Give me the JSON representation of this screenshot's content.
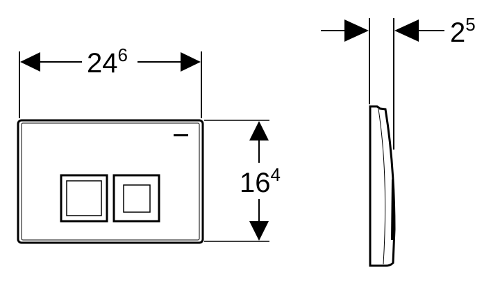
{
  "diagram": {
    "subject": "flush plate front and side view",
    "stroke_color": "#000000",
    "background_color": "#ffffff",
    "front_view": {
      "width_dimension": {
        "main": "24",
        "sup": "6"
      },
      "height_dimension": {
        "main": "16",
        "sup": "4"
      },
      "buttons": [
        {
          "name": "large-flush-button"
        },
        {
          "name": "small-flush-button"
        }
      ],
      "logo": "brand-logo"
    },
    "side_view": {
      "depth_dimension": {
        "main": "2",
        "sup": "5"
      }
    }
  }
}
